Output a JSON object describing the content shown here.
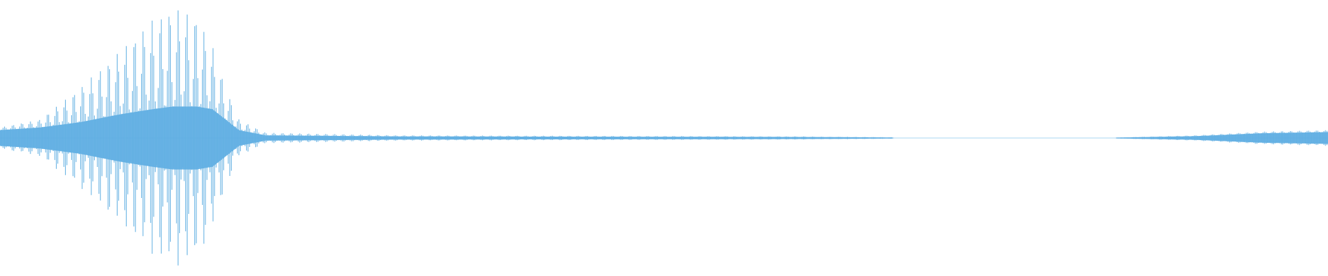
{
  "waveform": {
    "color": "#5DADE2",
    "background": "#FFFFFF",
    "envelope": [
      {
        "t": 0.0,
        "peak": 0.08,
        "body": 0.06
      },
      {
        "t": 0.03,
        "peak": 0.14,
        "body": 0.08
      },
      {
        "t": 0.06,
        "peak": 0.38,
        "body": 0.12
      },
      {
        "t": 0.09,
        "peak": 0.66,
        "body": 0.18
      },
      {
        "t": 0.115,
        "peak": 0.9,
        "body": 0.22
      },
      {
        "t": 0.13,
        "peak": 0.99,
        "body": 0.24
      },
      {
        "t": 0.148,
        "peak": 0.93,
        "body": 0.24
      },
      {
        "t": 0.16,
        "peak": 0.7,
        "body": 0.22
      },
      {
        "t": 0.17,
        "peak": 0.38,
        "body": 0.14
      },
      {
        "t": 0.18,
        "peak": 0.14,
        "body": 0.06
      },
      {
        "t": 0.2,
        "peak": 0.04,
        "body": 0.02
      },
      {
        "t": 0.3,
        "peak": 0.02,
        "body": 0.012
      },
      {
        "t": 0.6,
        "peak": 0.012,
        "body": 0.008
      },
      {
        "t": 0.672,
        "peak": 0.006,
        "body": 0.004
      },
      {
        "t": 0.673,
        "peak": 0.0,
        "body": 0.0
      },
      {
        "t": 0.84,
        "peak": 0.0,
        "body": 0.0
      },
      {
        "t": 0.841,
        "peak": 0.004,
        "body": 0.003
      },
      {
        "t": 0.9,
        "peak": 0.02,
        "body": 0.014
      },
      {
        "t": 0.95,
        "peak": 0.048,
        "body": 0.036
      },
      {
        "t": 1.0,
        "peak": 0.06,
        "body": 0.045
      }
    ]
  }
}
